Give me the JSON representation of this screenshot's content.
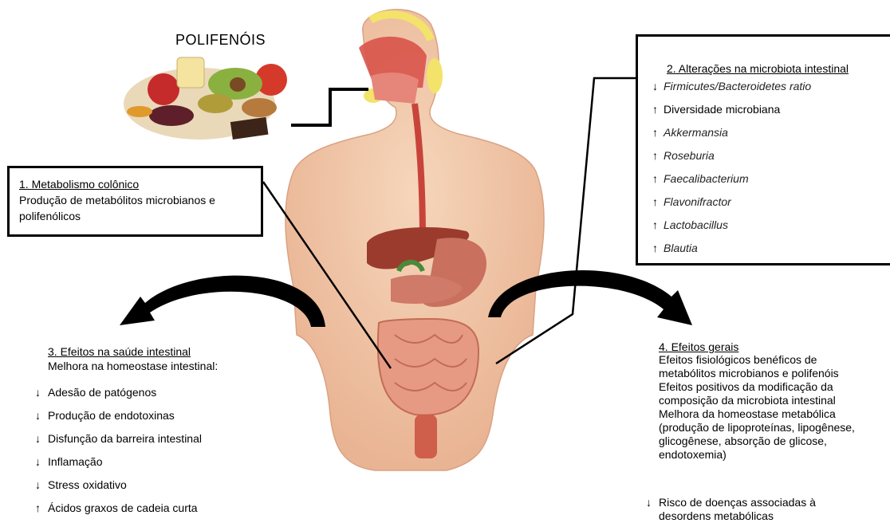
{
  "polyphenols": {
    "title": "POLIFENÓIS"
  },
  "box1": {
    "title": "1. Metabolismo colônico",
    "text": "Produção de metabólitos microbianos e polifenólicos"
  },
  "box2": {
    "title": "2. Alterações na microbiota intestinal",
    "items": [
      {
        "arrow": "↓",
        "label": "Firmicutes/Bacteroidetes ratio",
        "italic": true
      },
      {
        "arrow": "↑",
        "label": "Diversidade microbiana",
        "italic": false
      },
      {
        "arrow": "↑",
        "label": "Akkermansia",
        "italic": true
      },
      {
        "arrow": "↑",
        "label": "Roseburia",
        "italic": true
      },
      {
        "arrow": "↑",
        "label": "Faecalibacterium",
        "italic": true
      },
      {
        "arrow": "↑",
        "label": "Flavonifractor",
        "italic": true
      },
      {
        "arrow": "↑",
        "label": "Lactobacillus",
        "italic": true
      },
      {
        "arrow": "↑",
        "label": "Blautia",
        "italic": true
      }
    ]
  },
  "section3": {
    "title": "3. Efeitos na saúde intestinal",
    "subtitle": "Melhora na homeostase intestinal:",
    "items": [
      {
        "arrow": "↓",
        "label": "Adesão de patógenos"
      },
      {
        "arrow": "↓",
        "label": "Produção de endotoxinas"
      },
      {
        "arrow": "↓",
        "label": "Disfunção da barreira intestinal"
      },
      {
        "arrow": "↓",
        "label": "Inflamação"
      },
      {
        "arrow": "↓",
        "label": "Stress oxidativo"
      },
      {
        "arrow": "↑",
        "label": "Ácidos graxos de cadeia curta"
      }
    ]
  },
  "section4": {
    "title": "4. Efeitos gerais",
    "lines": [
      "Efeitos fisiológicos benéficos de",
      "metabólitos microbianos e polifenóis",
      "Efeitos positivos da modificação da",
      "composição da microbiota intestinal",
      "Melhora da homeostase metabólica",
      "(produção de lipoproteínas, lipogênese,",
      "glicogênese, absorção de glicose,",
      "endotoxemia)"
    ],
    "risk_arrow": "↓",
    "risk_lines": [
      "Risco de  doenças associadas à",
      "desordens metabólicas"
    ]
  },
  "colors": {
    "skin": "#f2c9a8",
    "skin_shadow": "#e8b08c",
    "gut": "#e79a83",
    "liver": "#9b3b2e",
    "stomach": "#c9705e",
    "esophagus": "#c8443a",
    "gland": "#f3e36a"
  }
}
